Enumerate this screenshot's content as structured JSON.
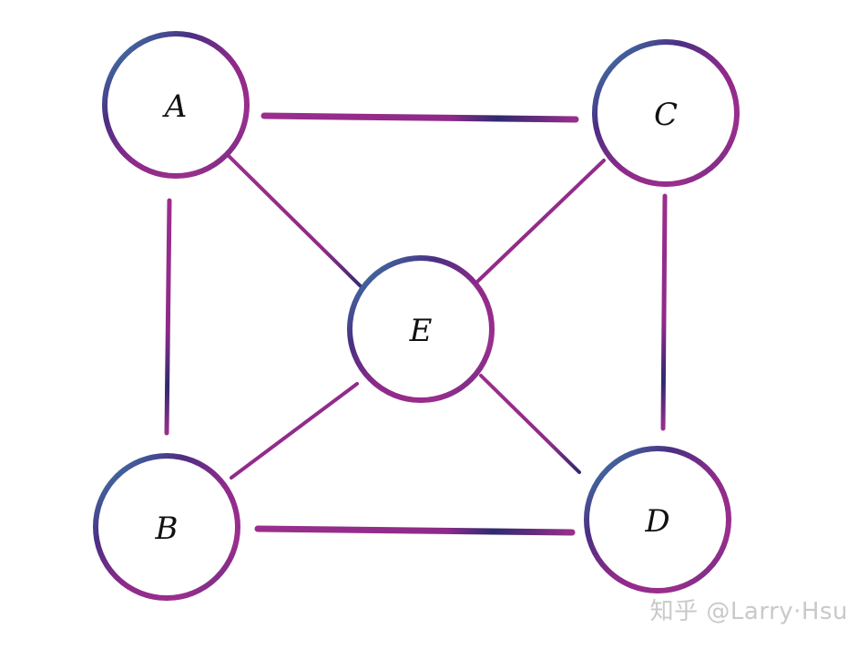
{
  "nodes": [
    {
      "id": "A",
      "label": "A"
    },
    {
      "id": "C",
      "label": "C"
    },
    {
      "id": "E",
      "label": "E"
    },
    {
      "id": "B",
      "label": "B"
    },
    {
      "id": "D",
      "label": "D"
    }
  ],
  "edges": [
    {
      "from": "A",
      "to": "C"
    },
    {
      "from": "A",
      "to": "B"
    },
    {
      "from": "C",
      "to": "D"
    },
    {
      "from": "B",
      "to": "D"
    },
    {
      "from": "A",
      "to": "E"
    },
    {
      "from": "C",
      "to": "E"
    },
    {
      "from": "B",
      "to": "E"
    },
    {
      "from": "D",
      "to": "E"
    }
  ],
  "colors": {
    "ring_magenta": "#8e2a8a",
    "ring_purple": "#4b2f83",
    "ring_teal": "#3a8bb0",
    "edge_magenta": "#9a2e8c",
    "edge_navy": "#2e2a6e",
    "watermark": "#c9c9c9"
  },
  "watermark": {
    "text": "知乎 @Larry·Hsu"
  }
}
